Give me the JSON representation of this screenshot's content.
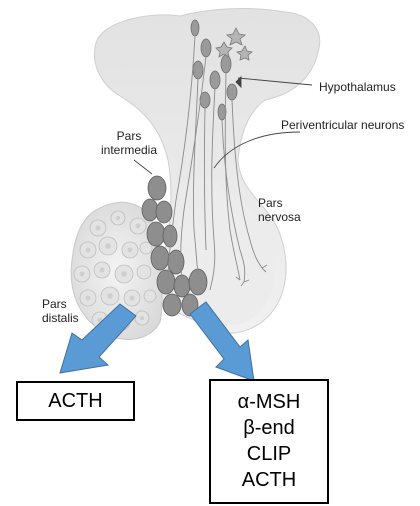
{
  "labels": {
    "hypothalamus": "Hypothalamus",
    "periventricular": "Periventricular neurons",
    "pars_intermedia_1": "Pars",
    "pars_intermedia_2": "intermedia",
    "pars_nervosa_1": "Pars",
    "pars_nervosa_2": "nervosa",
    "pars_distalis_1": "Pars",
    "pars_distalis_2": "distalis"
  },
  "boxes": {
    "distalis_products": [
      "ACTH"
    ],
    "intermedia_products": [
      "α-MSH",
      "β-end",
      "CLIP",
      "ACTH"
    ]
  },
  "colors": {
    "arrow": "#5b9bd5",
    "arrow_outline": "#41719c",
    "tissue": "#e9e9e9",
    "neuron": "#9a9a9a",
    "intermedia_cell": "#8e8e8e"
  }
}
